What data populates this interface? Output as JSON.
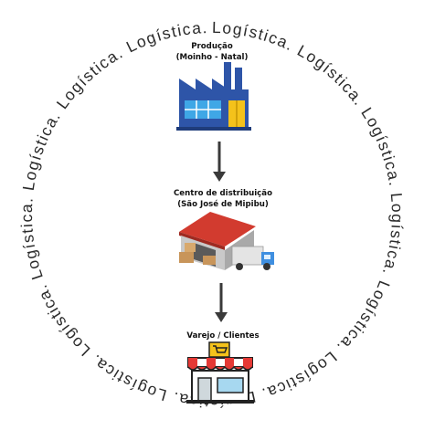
{
  "ring": {
    "word": "Logística.",
    "repeat_count": 13
  },
  "stages": [
    {
      "title": "Produção",
      "subtitle": "(Moinho - Natal)",
      "icon": "factory-icon"
    },
    {
      "title": "Centro de distribuição",
      "subtitle": "(São José de Mipibu)",
      "icon": "warehouse-icon"
    },
    {
      "title": "Varejo / Clientes",
      "subtitle": "",
      "icon": "store-icon"
    }
  ],
  "colors": {
    "factory_body": "#2e55a8",
    "factory_window": "#3fa7e6",
    "factory_door": "#f4c21b",
    "warehouse_roof": "#d23b2f",
    "warehouse_wall": "#c9c9c9",
    "truck_cab": "#3f8fe0",
    "store_awning": "#e53935",
    "arrow": "#3a3a3a"
  }
}
